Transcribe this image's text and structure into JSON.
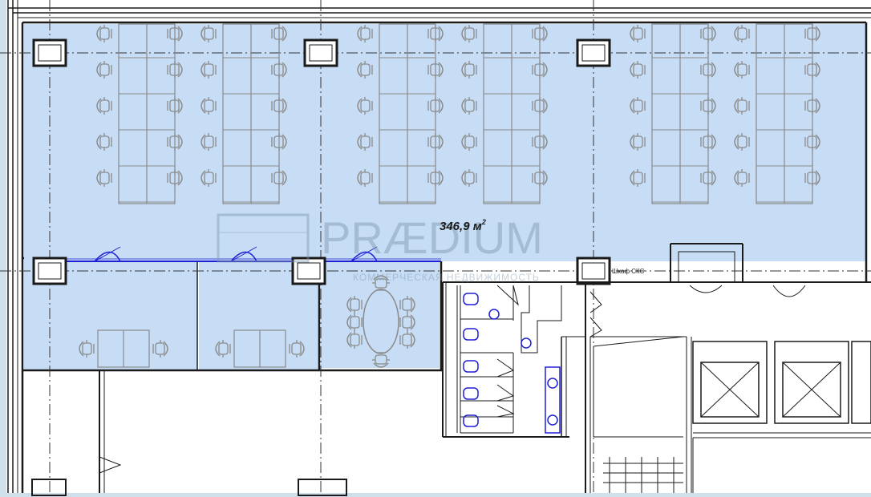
{
  "plan": {
    "area_label": "346,9 м",
    "area_superscript": "2",
    "cabinet_label": "Шкаф СКС",
    "watermark_title": "PRÆDIUM",
    "watermark_subtitle": "КОММЕРЧЕСКАЯ НЕДВИЖИМОСТЬ"
  },
  "colors": {
    "room_fill": "#c7ddf5",
    "wall": "#1a1a1a",
    "furniture": "#8a8a8a",
    "plumbing": "#1f1fd6",
    "axis": "#333333",
    "watermark": "#7e97ad"
  }
}
